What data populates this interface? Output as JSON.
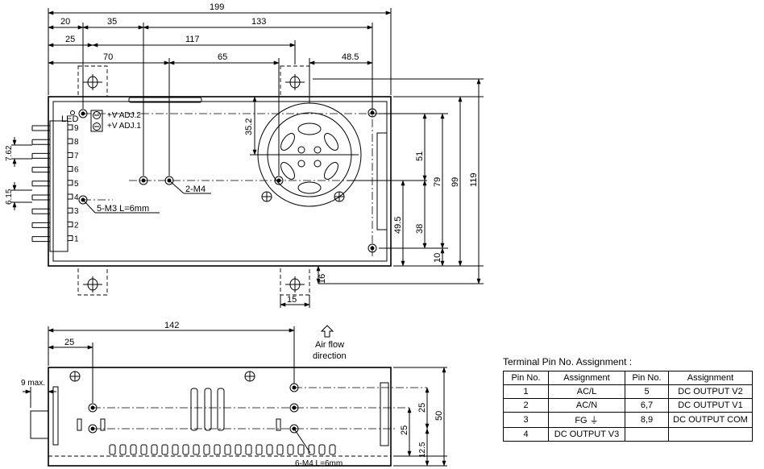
{
  "top_view": {
    "dim_labels": {
      "d199": "199",
      "d20": "20",
      "d35": "35",
      "d133": "133",
      "d25": "25",
      "d117": "117",
      "d70": "70",
      "d65": "65",
      "d48_5": "48.5",
      "d35_2": "35.2",
      "d51": "51",
      "d79": "79",
      "d99": "99",
      "d119": "119",
      "d49_5": "49.5",
      "d38": "38",
      "d10": "10",
      "d16": "16",
      "d15": "15",
      "d7_62": "7.62",
      "d6_15": "6.15"
    },
    "led_label": "LED",
    "adj_labels": [
      "+V ADJ.2",
      "+V ADJ.1"
    ],
    "terminal_numbers": [
      "9",
      "8",
      "7",
      "6",
      "5",
      "4",
      "3",
      "2",
      "1"
    ],
    "callout_2m4": "2-M4",
    "callout_5m3": "5-M3 L=6mm"
  },
  "side_view": {
    "dim_labels": {
      "d142": "142",
      "d25": "25",
      "d9max": "9 max.",
      "d25a": "25",
      "d25b": "25",
      "d12_5": "12.5",
      "d50": "50"
    },
    "airflow_line1": "Air flow",
    "airflow_line2": "direction",
    "callout_6m4": "6-M4 L=6mm"
  },
  "pin_table": {
    "title": "Terminal Pin No. Assignment :",
    "headers": [
      "Pin No.",
      "Assignment",
      "Pin No.",
      "Assignment"
    ],
    "rows": [
      [
        "1",
        "AC/L",
        "5",
        "DC OUTPUT V2"
      ],
      [
        "2",
        "AC/N",
        "6,7",
        "DC OUTPUT V1"
      ],
      [
        "3",
        "FG ⏚",
        "8,9",
        "DC OUTPUT COM"
      ],
      [
        "4",
        "DC OUTPUT V3",
        "",
        ""
      ]
    ]
  }
}
